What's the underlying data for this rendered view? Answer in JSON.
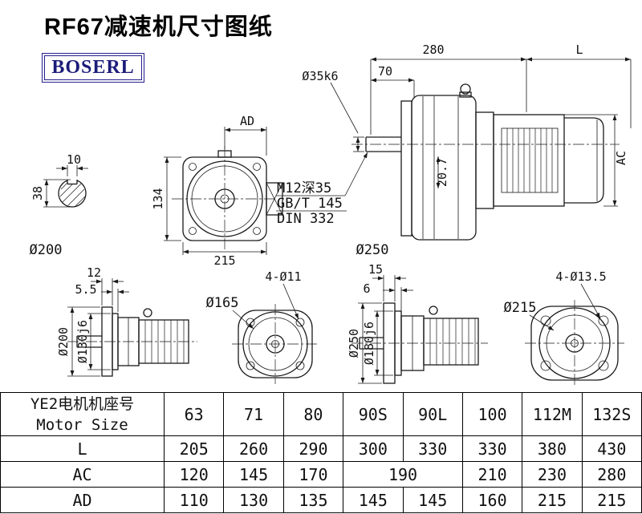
{
  "page": {
    "title": "RF67减速机尺寸图纸",
    "brand": "BOSERL"
  },
  "labels": {
    "d280": "280",
    "dL": "L",
    "d70": "70",
    "shaft_dia": "Ø35k6",
    "note1": "M12深35",
    "note2": "GB/T 145",
    "note3": "DIN 332",
    "d207": "20.7",
    "dAC": "AC",
    "o250_main": "Ø250",
    "dAD": "AD",
    "d134": "134",
    "d215": "215",
    "o200_main": "Ø200",
    "d10": "10",
    "d38": "38",
    "v1_d12": "12",
    "v1_d55": "5.5",
    "v1_o200": "Ø200",
    "v1_o130": "Ø130j6",
    "v2_holes": "4-Ø11",
    "v2_o165": "Ø165",
    "v3_d15": "15",
    "v3_d6": "6",
    "v3_o250": "Ø250",
    "v3_o180": "Ø180j6",
    "v4_o215": "Ø215",
    "v4_holes": "4-Ø13.5"
  },
  "table": {
    "header": {
      "line1": "YE2电机机座号",
      "line2": "Motor Size"
    },
    "columns": [
      "63",
      "71",
      "80",
      "90S",
      "90L",
      "100",
      "112M",
      "132S"
    ],
    "row_L": {
      "label": "L",
      "values": [
        "205",
        "260",
        "290",
        "300",
        "330",
        "330",
        "380",
        "430"
      ]
    },
    "row_AC": {
      "label": "AC",
      "values": [
        "120",
        "145",
        "170",
        "190",
        "210",
        "230",
        "280"
      ]
    },
    "row_AD": {
      "label": "AD",
      "values": [
        "110",
        "130",
        "135",
        "145",
        "145",
        "160",
        "215",
        "215"
      ]
    }
  }
}
